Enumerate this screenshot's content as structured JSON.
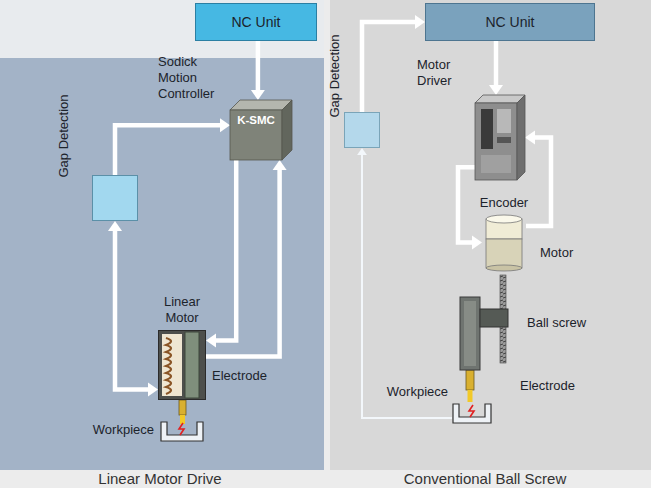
{
  "diagram": {
    "nodes": [
      {
        "text": [
          "NC Unit"
        ]
      },
      {
        "text": [
          "Sodick Motion Controller",
          "K-SMC"
        ]
      },
      {
        "text": [
          "Gap Detection"
        ]
      },
      {
        "text": [
          "Linear Motor"
        ]
      },
      {
        "text": [
          "Workpiece"
        ]
      },
      {
        "text": [
          "NC Unit"
        ]
      },
      {
        "text": [
          "Motor Driver"
        ]
      },
      {
        "text": [
          "Gap Detection"
        ]
      },
      {
        "text": [
          "Encoder",
          "Motor"
        ]
      },
      {
        "text": [
          "Ball screw"
        ]
      },
      {
        "text": [
          "Workpiece"
        ]
      }
    ],
    "edges": [
      {
        "from": 0,
        "to": 1,
        "arrow": "to"
      },
      {
        "from": 1,
        "to": 3,
        "arrow": "to"
      },
      {
        "from": 3,
        "to": 1,
        "arrow": "to"
      },
      {
        "from": 2,
        "to": 3,
        "arrow": "both"
      },
      {
        "from": 2,
        "to": 1,
        "arrow": "to"
      },
      {
        "from": 5,
        "to": 6,
        "arrow": "to"
      },
      {
        "from": 6,
        "to": 8,
        "arrow": "to"
      },
      {
        "from": 8,
        "to": 6,
        "arrow": "to"
      },
      {
        "from": 7,
        "to": 5,
        "arrow": "to"
      },
      {
        "from": 10,
        "to": 7,
        "arrow": "to"
      }
    ],
    "labels": [
      "Electrode",
      "Electrode",
      "Linear Motor Drive",
      "Conventional Ball Screw"
    ]
  }
}
